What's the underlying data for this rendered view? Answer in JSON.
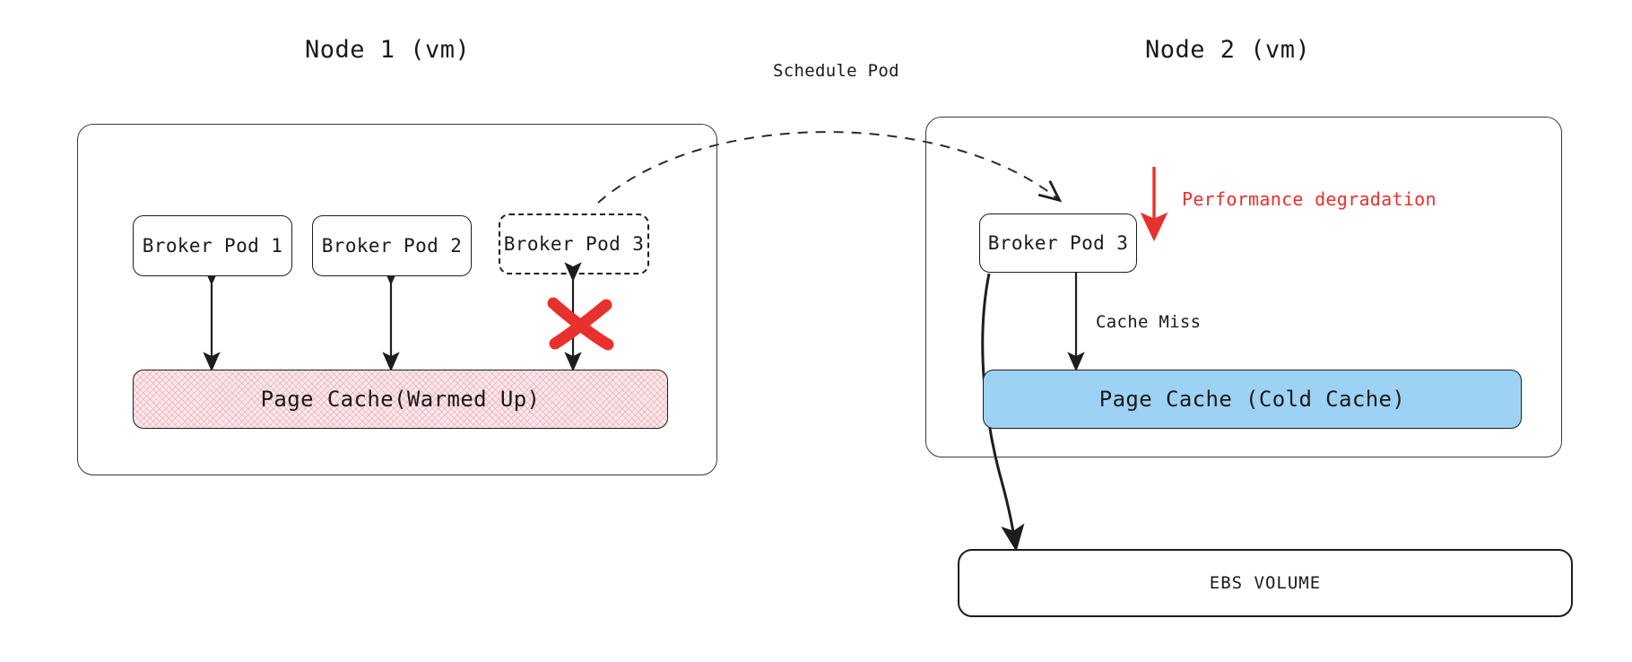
{
  "diagram": {
    "title_left": "Node 1 (vm)",
    "title_right": "Node 2 (vm)",
    "colors": {
      "stroke": "#1d1d1d",
      "container_stroke": "#3a3a3a",
      "danger_red": "#e8312c",
      "warm_cache_fill": "#fbe9ec",
      "warm_cache_hatch": "#e28c9b",
      "cold_cache_fill": "#9ed2f5",
      "background": "#ffffff"
    }
  },
  "node1": {
    "title": "Node 1 (vm)",
    "pods": [
      {
        "label": "Broker Pod 1",
        "state": "running"
      },
      {
        "label": "Broker Pod 2",
        "state": "running"
      },
      {
        "label": "Broker Pod 3",
        "state": "evicted"
      }
    ],
    "cache": {
      "label": "Page Cache(Warmed Up)",
      "state": "warm"
    }
  },
  "node2": {
    "title": "Node 2 (vm)",
    "pods": [
      {
        "label": "Broker Pod 3",
        "state": "running"
      }
    ],
    "cache": {
      "label": "Page Cache (Cold Cache)",
      "state": "cold"
    }
  },
  "storage": {
    "label": "EBS VOLUME"
  },
  "labels": {
    "schedule_pod": "Schedule Pod",
    "cache_miss": "Cache Miss",
    "performance_degradation": "Performance degradation"
  },
  "markers": {
    "broken_link": "x-mark",
    "degradation_arrow": "down-arrow-icon"
  }
}
